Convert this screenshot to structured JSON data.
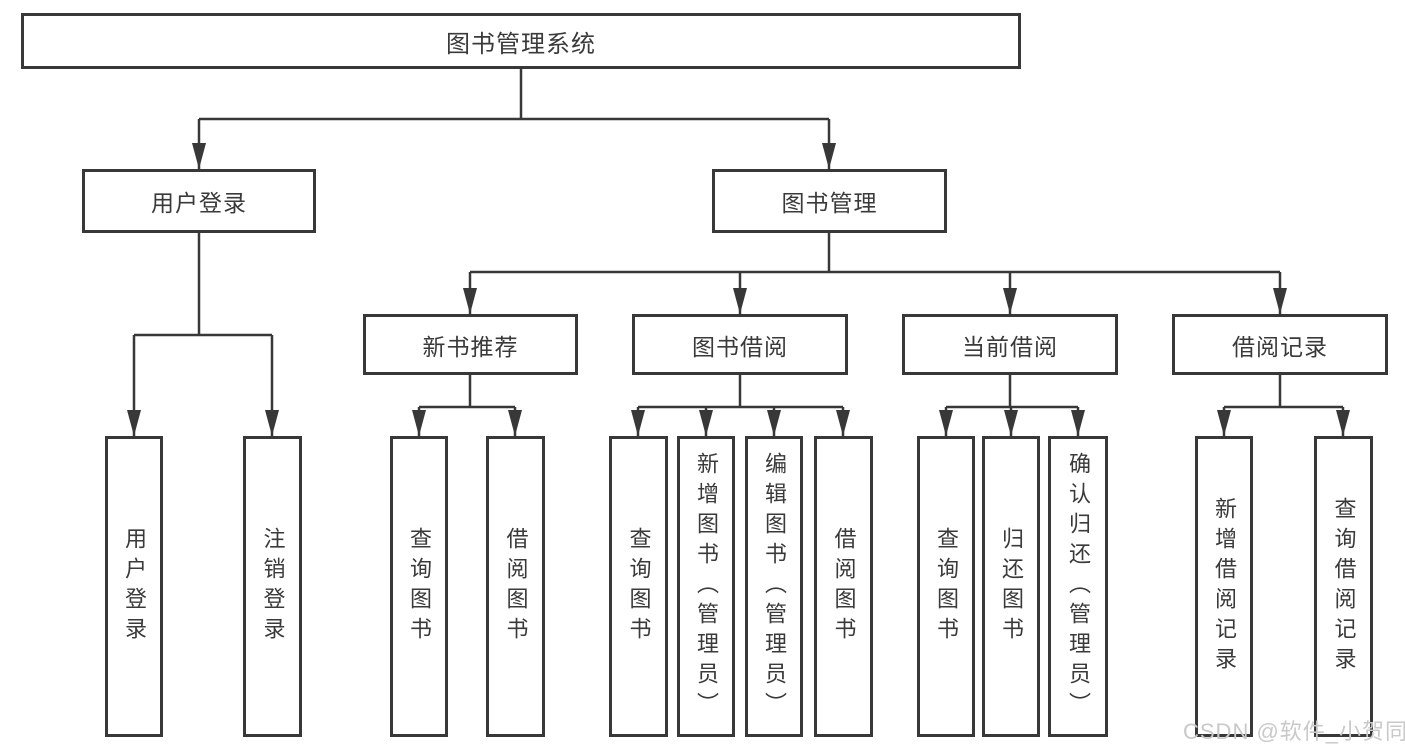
{
  "diagram": {
    "root": {
      "label": "图书管理系统",
      "children": [
        {
          "label": "用户登录",
          "children": [
            {
              "label": "用户登录"
            },
            {
              "label": "注销登录"
            }
          ]
        },
        {
          "label": "图书管理",
          "children": [
            {
              "label": "新书推荐",
              "children": [
                {
                  "label": "查询图书"
                },
                {
                  "label": "借阅图书"
                }
              ]
            },
            {
              "label": "图书借阅",
              "children": [
                {
                  "label": "查询图书"
                },
                {
                  "label": "新增图书（管理员）"
                },
                {
                  "label": "编辑图书（管理员）"
                },
                {
                  "label": "借阅图书"
                }
              ]
            },
            {
              "label": "当前借阅",
              "children": [
                {
                  "label": "查询图书"
                },
                {
                  "label": "归还图书"
                },
                {
                  "label": "确认归还（管理员）"
                }
              ]
            },
            {
              "label": "借阅记录",
              "children": [
                {
                  "label": "新增借阅记录"
                },
                {
                  "label": "查询借阅记录"
                }
              ]
            }
          ]
        }
      ]
    }
  },
  "watermark": {
    "text": "CSDN @软件_小贺同学"
  },
  "colors": {
    "line": "#383838",
    "text": "#3a3a3a",
    "background": "#ffffff",
    "watermark": "#c9c9c9"
  }
}
